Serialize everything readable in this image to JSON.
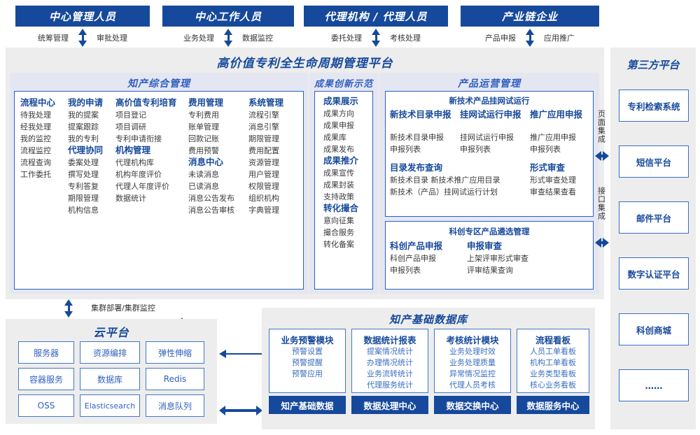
{
  "actors": [
    {
      "title": "中心管理人员",
      "left": "统筹管理",
      "right": "审批处理"
    },
    {
      "title": "中心工作人员",
      "left": "业务处理",
      "right": "数据监控"
    },
    {
      "title": "代理机构 / 代理人员",
      "left": "委托处理",
      "right": "考核处理"
    },
    {
      "title": "产业链企业",
      "left": "产品申报",
      "right": "应用推广"
    }
  ],
  "platform": {
    "title": "高价值专利全生命周期管理平台",
    "groups": {
      "zhichan": {
        "title": "知产综合管理",
        "columns": [
          {
            "sections": [
              {
                "head": "流程中心",
                "items": [
                  "待我处理",
                  "经我处理",
                  "我的监控",
                  "流程监控",
                  "流程查询",
                  "工作委托"
                ]
              }
            ]
          },
          {
            "sections": [
              {
                "head": "我的申请",
                "items": [
                  "我的提案",
                  "提案跟踪",
                  "我的专利"
                ]
              },
              {
                "head": "代理协同",
                "items": [
                  "委案处理",
                  "撰写处理",
                  "专利答复",
                  "期限管理",
                  "机构信息"
                ]
              }
            ]
          },
          {
            "sections": [
              {
                "head": "高价值专利培育",
                "items": [
                  "项目登记",
                  "项目调研",
                  "专利申请衔接"
                ]
              },
              {
                "head": "机构管理",
                "items": [
                  "代理机构库",
                  "机构年度评价",
                  "代理人年度评价",
                  "数据统计"
                ]
              }
            ]
          },
          {
            "sections": [
              {
                "head": "费用管理",
                "items": [
                  "专利费用",
                  "账单管理",
                  "回款记账",
                  "费用预警"
                ]
              },
              {
                "head": "消息中心",
                "items": [
                  "未读消息",
                  "已读消息",
                  "消息公告发布",
                  "消息公告审核"
                ]
              }
            ]
          },
          {
            "sections": [
              {
                "head": "系统管理",
                "items": [
                  "流程引擎",
                  "消息引擎",
                  "期限管理",
                  "费用配置",
                  "资源管理",
                  "用户管理",
                  "权限管理",
                  "组织机构",
                  "字典管理"
                ]
              }
            ]
          }
        ]
      },
      "chengguo": {
        "title": "成果创新示范",
        "sections": [
          {
            "head": "成果展示",
            "items": [
              "成果方向",
              "成果申报",
              "成果库",
              "成果发布"
            ]
          },
          {
            "head": "成果推介",
            "items": [
              "成果宣传",
              "成果封装",
              "支持政策"
            ]
          },
          {
            "head": "转化撮合",
            "items": [
              "意向征集",
              "撮合服务",
              "转化备案"
            ]
          }
        ]
      },
      "chanpin": {
        "title": "产品运营管理",
        "panels": [
          {
            "head": "新技术产品挂网试运行",
            "columns": [
              {
                "head": "新技术目录申报",
                "items": [
                  "新技术目录申报",
                  "申报列表"
                ]
              },
              {
                "head": "挂网试运行申报",
                "items": [
                  "挂网试运行申报",
                  "申报列表"
                ]
              },
              {
                "head": "推广应用申报",
                "items": [
                  "推广应用申报",
                  "申报列表"
                ]
              }
            ],
            "row2": [
              {
                "head": "目录发布查询",
                "items": [
                  "新技术目录    新技术推广应用目录",
                  "新技术（产品）挂网试运行计划"
                ]
              },
              {
                "head": "形式审查",
                "items": [
                  "形式审查处理",
                  "审查结果查看"
                ]
              }
            ]
          },
          {
            "head": "科创专区产品遴选管理",
            "columns": [
              {
                "head": "科创产品申报",
                "items": [
                  "科创产品申报",
                  "申报列表"
                ]
              },
              {
                "head": "申报审查",
                "items": [
                  "上架评审形式审查",
                  "评审结果查询"
                ]
              }
            ]
          }
        ]
      }
    }
  },
  "integration": {
    "page": "页面集成",
    "api": "接口集成"
  },
  "third_party": {
    "title": "第三方平台",
    "boxes": [
      "专利检索系统",
      "短信平台",
      "邮件平台",
      "数字认证平台",
      "科创商城",
      "……"
    ]
  },
  "cloud": {
    "connector": "集群部署/集群监控",
    "title": "云平台",
    "boxes": [
      "服务器",
      "资源编排",
      "弹性伸缩",
      "容器服务",
      "数据库",
      "Redis",
      "OSS",
      "Elasticsearch",
      "消息队列"
    ]
  },
  "database": {
    "title": "知产基础数据库",
    "cards": [
      {
        "title": "业务预警模块",
        "items": [
          "预警设置",
          "预警提醒",
          "预警应用"
        ],
        "foot": "知产基础数据"
      },
      {
        "title": "数据统计报表",
        "items": [
          "提案情况统计",
          "办理情况统计",
          "业务流转统计",
          "代理服务统计"
        ],
        "foot": "数据处理中心"
      },
      {
        "title": "考核统计模块",
        "items": [
          "业务处理时效",
          "业务处理质量",
          "异常情况监控",
          "代理人员考核"
        ],
        "foot": "数据交换中心"
      },
      {
        "title": "流程看板",
        "items": [
          "人员工单看板",
          "机构工单看板",
          "业务类型看板",
          "核心业务看板"
        ],
        "foot": "数据服务中心"
      }
    ]
  },
  "colors": {
    "brand": "#16499b",
    "accent": "#2f5fc0",
    "panel_bg": "#e4e6f2",
    "section_bg": "#ededed"
  }
}
